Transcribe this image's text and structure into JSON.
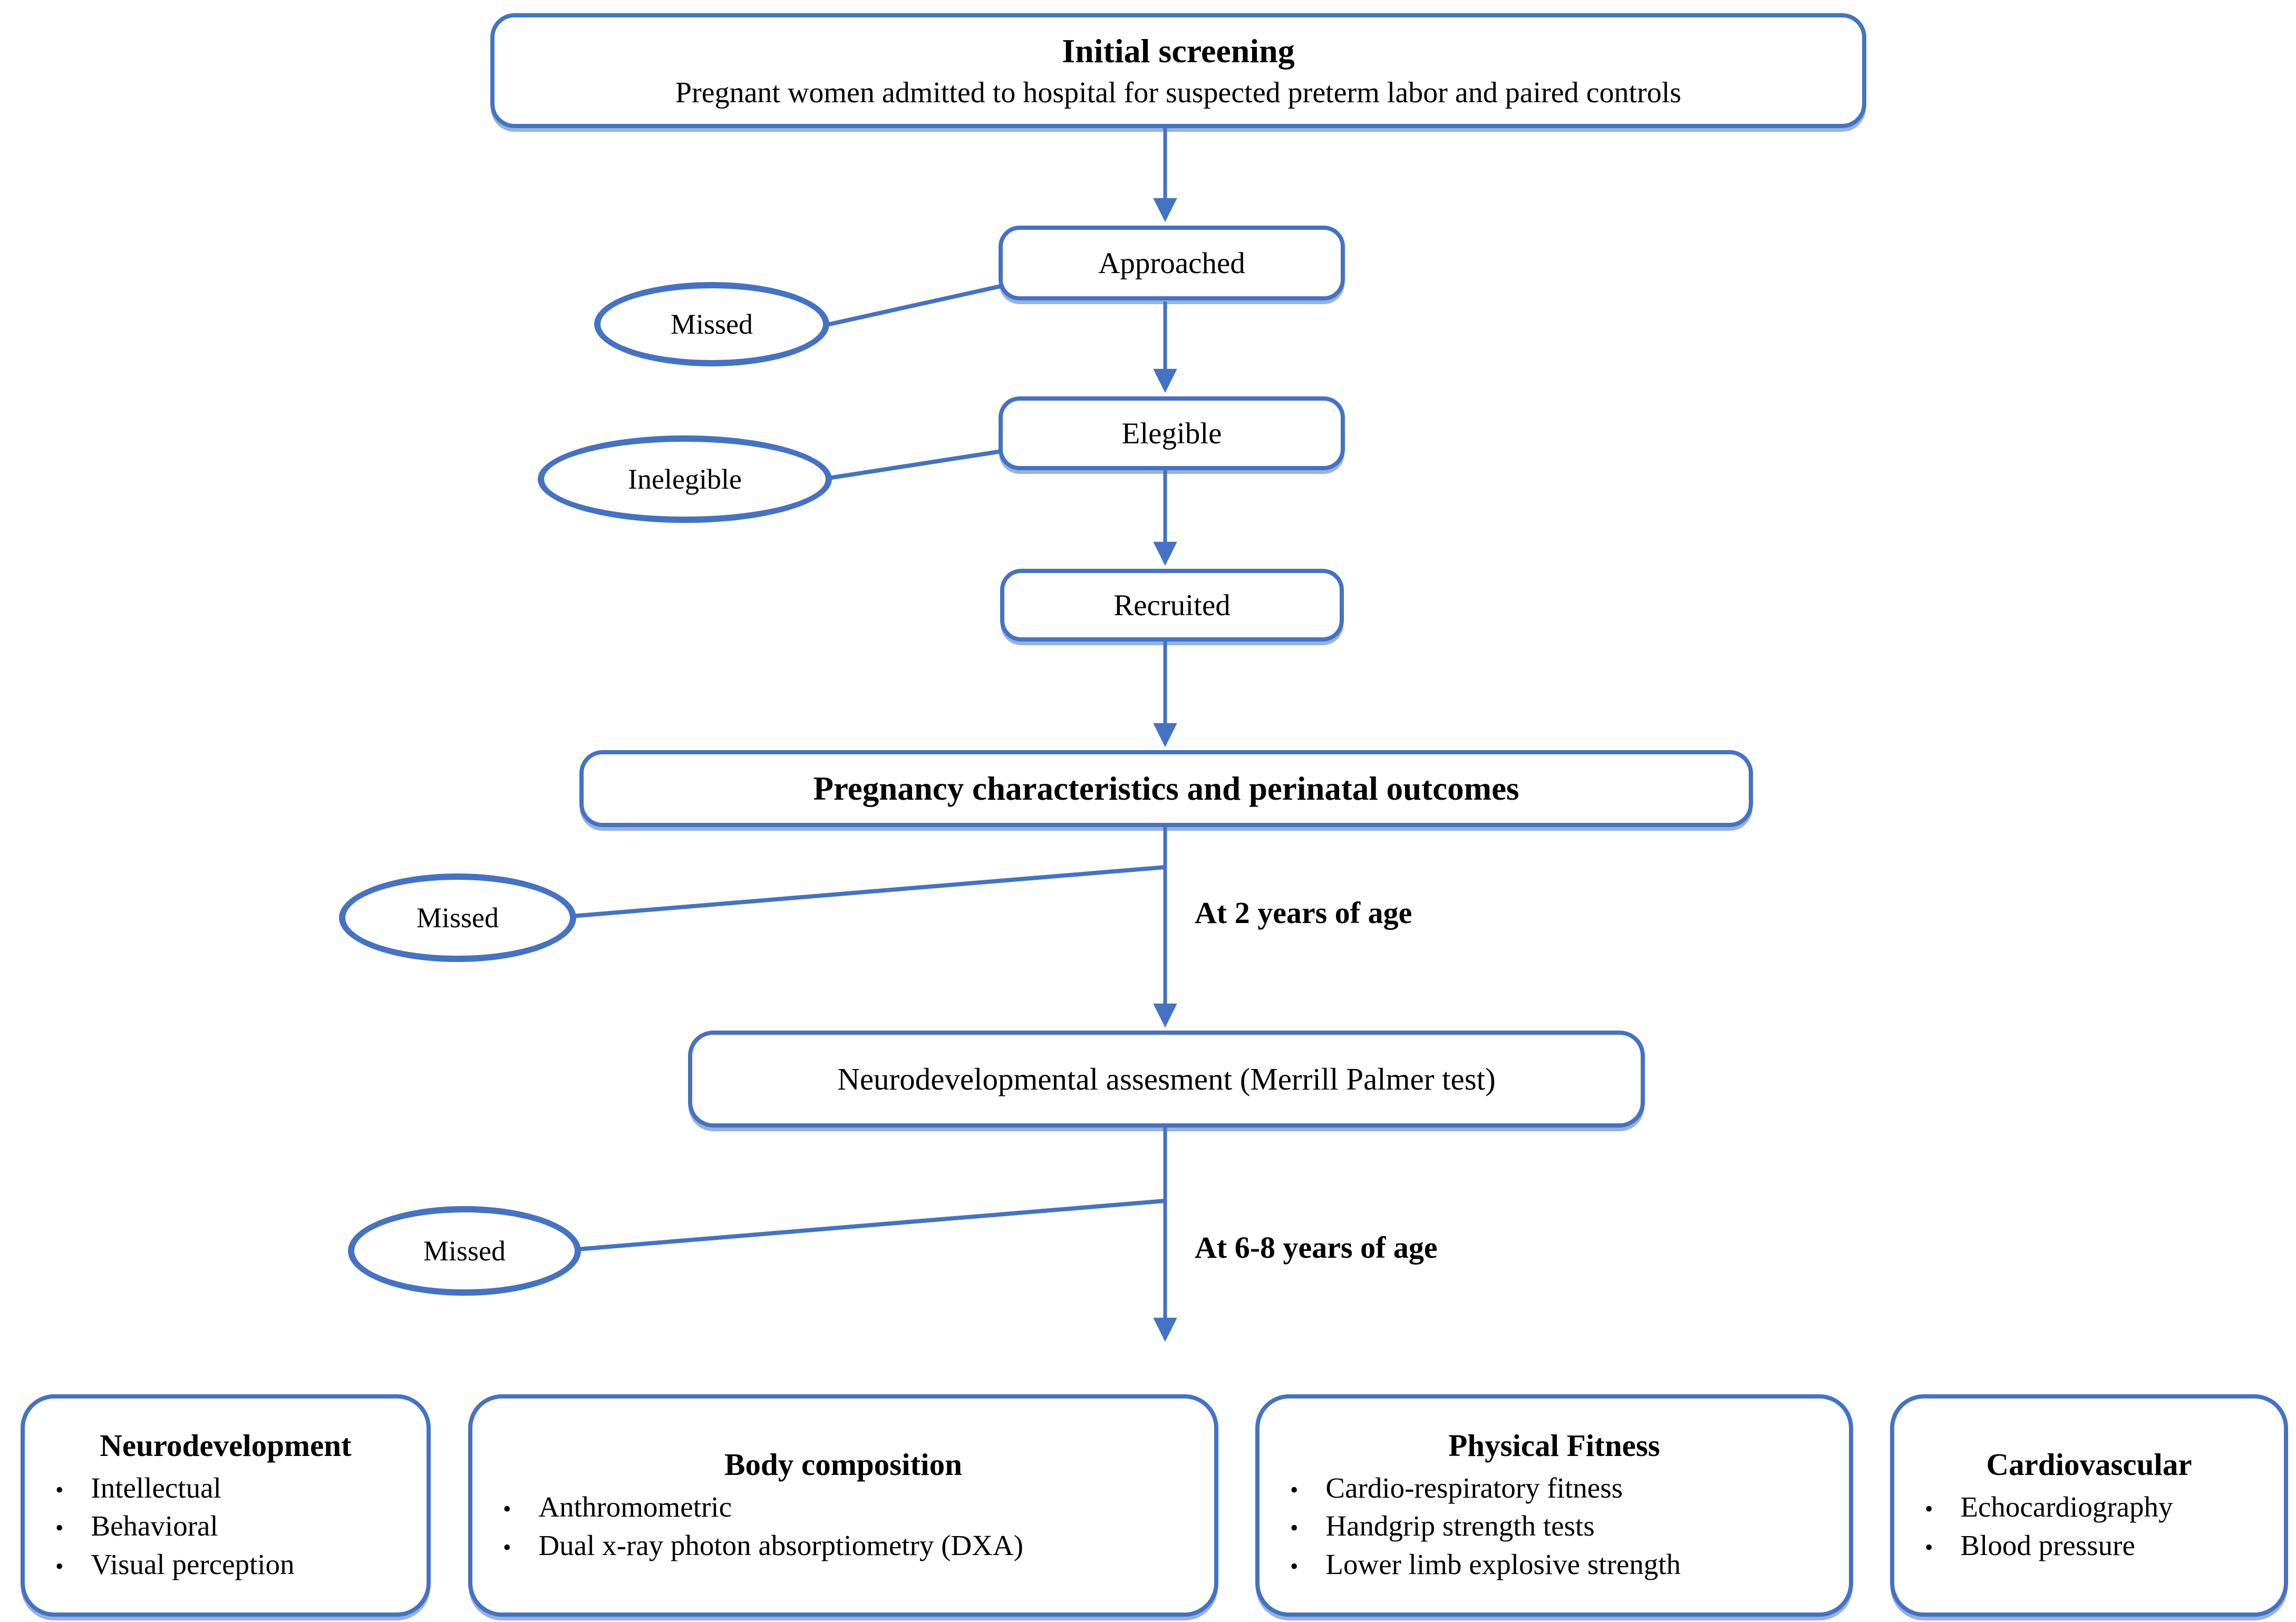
{
  "colors": {
    "accent": "#4472C4",
    "text": "#000000",
    "background": "#FFFFFF"
  },
  "initial_screening": {
    "title": "Initial screening",
    "subtitle": "Pregnant women admitted to hospital for suspected preterm labor and paired controls"
  },
  "steps": {
    "approached": "Approached",
    "elegible": "Elegible",
    "recruited": "Recruited"
  },
  "dropouts": {
    "missed_approached": "Missed",
    "inelegible": "Inelegible",
    "missed_2y": "Missed",
    "missed_6y": "Missed"
  },
  "pregnancy_box": "Pregnancy characteristics and perinatal outcomes",
  "neurodev_box": "Neurodevelopmental assesment (Merrill Palmer test)",
  "age_labels": {
    "age_2": "At 2 years of age",
    "age_6_8": "At 6-8 years of age"
  },
  "outcomes": [
    {
      "title": "Neurodevelopment",
      "items": [
        "Intellectual",
        "Behavioral",
        "Visual perception"
      ]
    },
    {
      "title": "Body composition",
      "items": [
        "Anthromometric",
        "Dual x-ray photon absorptiometry (DXA)"
      ]
    },
    {
      "title": "Physical Fitness",
      "items": [
        "Cardio-respiratory fitness",
        "Handgrip strength tests",
        "Lower limb explosive strength"
      ]
    },
    {
      "title": "Cardiovascular",
      "items": [
        "Echocardiography",
        "Blood pressure"
      ]
    }
  ]
}
